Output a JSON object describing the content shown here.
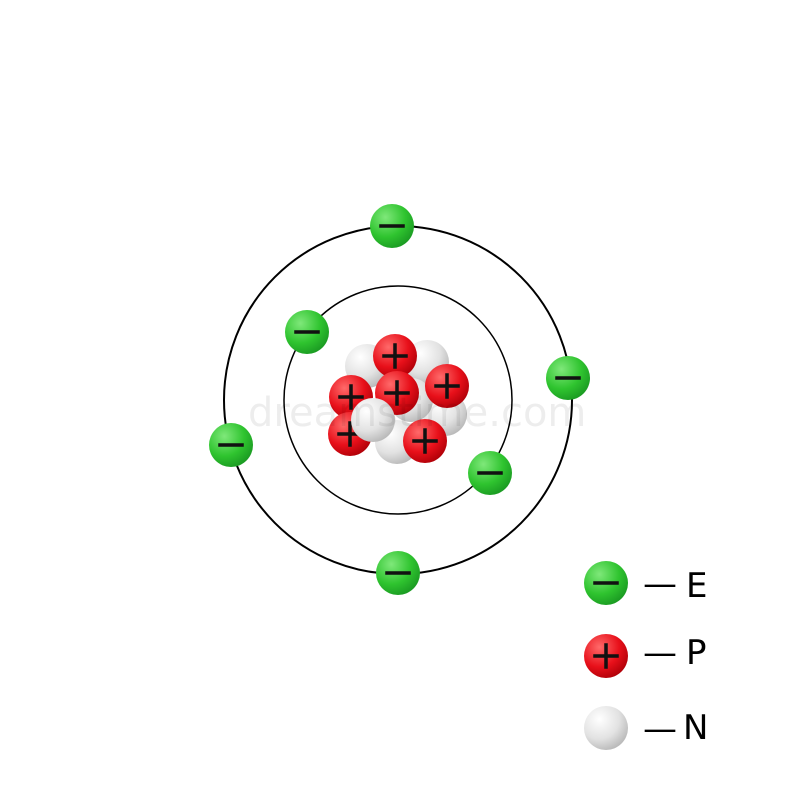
{
  "diagram": {
    "colors": {
      "electron": "#2fc42f",
      "electron_light": "#7fe87a",
      "electron_dark": "#1a9a22",
      "proton": "#e8101a",
      "proton_light": "#ff6a6a",
      "proton_dark": "#b00008",
      "neutron": "#e2e2e2",
      "neutron_light": "#ffffff",
      "neutron_dark": "#b8b8b8",
      "orbit": "#000000",
      "sign": "#111111"
    },
    "counts": {
      "electrons_inner_shell": 2,
      "electrons_outer_shell": 4,
      "protons": 6,
      "neutrons": 6
    },
    "electron_symbol": "−",
    "proton_symbol": "+",
    "watermark": "dreamstime.com",
    "legend": [
      {
        "particle": "electron",
        "symbol": "−",
        "dash": "—",
        "label": "E"
      },
      {
        "particle": "proton",
        "symbol": "+",
        "dash": "—",
        "label": "P"
      },
      {
        "particle": "neutron",
        "symbol": "",
        "dash": "—",
        "label": "N"
      }
    ]
  }
}
